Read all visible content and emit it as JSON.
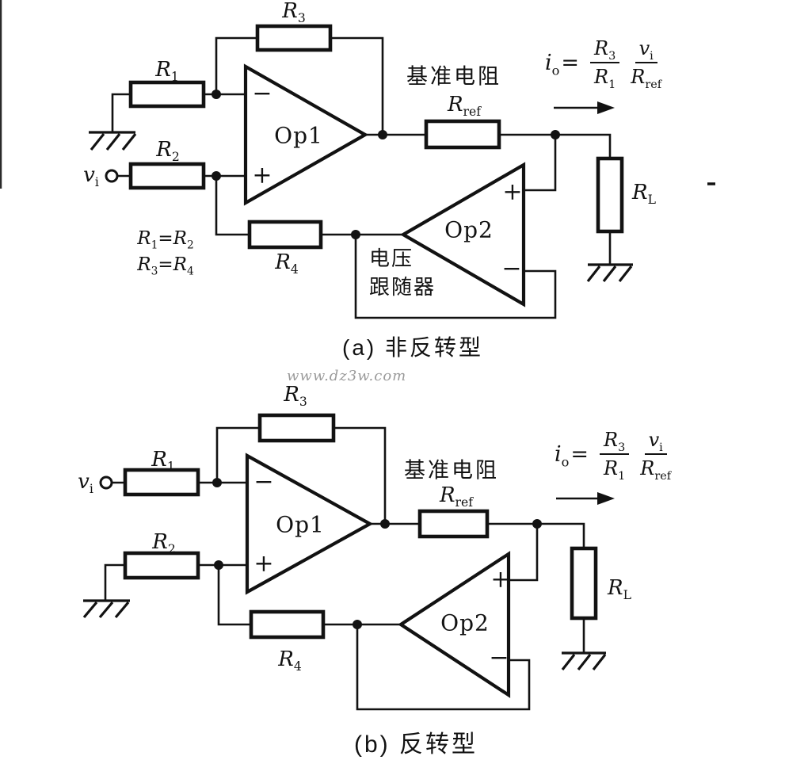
{
  "page": {
    "background": "#ffffff",
    "ink": "#121212",
    "watermark_color": "#9a9a9a"
  },
  "watermark": "www.dz3w.com",
  "signs": {
    "plus": "+",
    "minus": "−"
  },
  "circuit_a": {
    "caption": "(a) 非反转型",
    "input": {
      "base": "v",
      "sub": "i"
    },
    "labels": {
      "r1": {
        "base": "R",
        "sub": "1"
      },
      "r2": {
        "base": "R",
        "sub": "2"
      },
      "r3": {
        "base": "R",
        "sub": "3"
      },
      "r4": {
        "base": "R",
        "sub": "4"
      },
      "rref": {
        "base": "R",
        "sub": "ref"
      },
      "rl": {
        "base": "R",
        "sub": "L"
      },
      "op1": "Op1",
      "op2": "Op2",
      "ref_resistor": "基准电阻",
      "follower_line1": "电压",
      "follower_line2": "跟随器"
    },
    "equalities": [
      {
        "lhs": {
          "base": "R",
          "sub": "1"
        },
        "eq": "=",
        "rhs": {
          "base": "R",
          "sub": "2"
        }
      },
      {
        "lhs": {
          "base": "R",
          "sub": "3"
        },
        "eq": "=",
        "rhs": {
          "base": "R",
          "sub": "4"
        }
      }
    ],
    "formula": {
      "lhs": {
        "base": "i",
        "sub": "o"
      },
      "equals": "=",
      "frac1": {
        "num": {
          "base": "R",
          "sub": "3"
        },
        "den": {
          "base": "R",
          "sub": "1"
        }
      },
      "frac2": {
        "num": {
          "base": "v",
          "sub": "i"
        },
        "den": {
          "base": "R",
          "sub": "ref"
        }
      }
    }
  },
  "circuit_b": {
    "caption": "(b) 反转型",
    "input": {
      "base": "v",
      "sub": "i"
    },
    "labels": {
      "r1": {
        "base": "R",
        "sub": "1"
      },
      "r2": {
        "base": "R",
        "sub": "2"
      },
      "r3": {
        "base": "R",
        "sub": "3"
      },
      "r4": {
        "base": "R",
        "sub": "4"
      },
      "rref": {
        "base": "R",
        "sub": "ref"
      },
      "rl": {
        "base": "R",
        "sub": "L"
      },
      "op1": "Op1",
      "op2": "Op2",
      "ref_resistor": "基准电阻"
    },
    "formula": {
      "lhs": {
        "base": "i",
        "sub": "o"
      },
      "equals": "=",
      "frac1": {
        "num": {
          "base": "R",
          "sub": "3"
        },
        "den": {
          "base": "R",
          "sub": "1"
        }
      },
      "frac2": {
        "num": {
          "base": "v",
          "sub": "i"
        },
        "den": {
          "base": "R",
          "sub": "ref"
        }
      }
    }
  }
}
